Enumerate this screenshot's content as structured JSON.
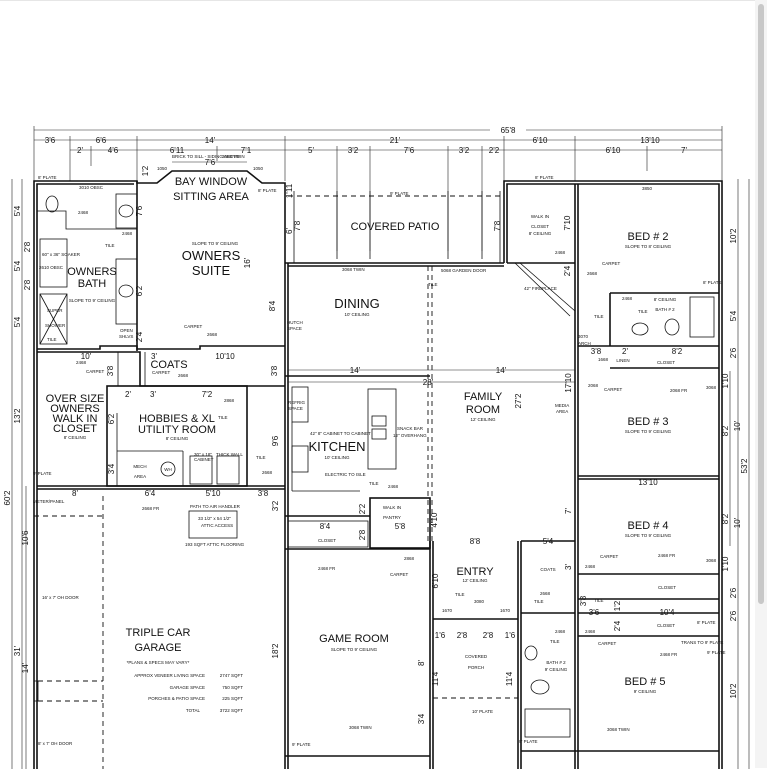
{
  "viewer": {
    "scrollbar": {
      "orientation": "vertical",
      "thumb_position": "top"
    }
  },
  "plan": {
    "overall_dims": {
      "width": "65'8",
      "depth": "60'2",
      "right_depth": "53'2"
    },
    "top_dims": {
      "row1": [
        "65'8"
      ],
      "row2": [
        "3'6",
        "6'6",
        "14'",
        "21'",
        "6'10",
        "13'10"
      ],
      "row3": [
        "2'",
        "4'6",
        "6'11",
        "7'1",
        "5'",
        "3'2",
        "7'6",
        "3'2",
        "2'2",
        "6'10",
        "7'"
      ],
      "bay": [
        "7'6",
        "10'",
        "1'2"
      ]
    },
    "left_dims": [
      "5'4",
      "2'8",
      "5'4",
      "2'8",
      "5'4",
      "13'2",
      "10'6",
      "14'",
      "31'"
    ],
    "right_dims": [
      "10'2",
      "5'4",
      "2'6",
      "1'10",
      "8'2",
      "10'",
      "8'2",
      "10'",
      "1'10",
      "2'6",
      "2'6",
      "10'2"
    ],
    "interior_dims": {
      "owners": [
        "7'6",
        "6'2",
        "2'4",
        "16'",
        "8'4",
        "10'",
        "3'",
        "10'10",
        "3'8",
        "3'8"
      ],
      "utility": [
        "2'",
        "3'",
        "7'2",
        "6'2",
        "3'4",
        "8'",
        "6'4",
        "5'10",
        "3'8"
      ],
      "main": [
        "14'",
        "14'",
        "28'",
        "27'2",
        "9'6",
        "3'2",
        "2'2",
        "2'8",
        "8'4",
        "5'8",
        "4'10",
        "8'8",
        "5'4",
        "17'10",
        "7'",
        "13'10",
        "3'"
      ],
      "patio": [
        "6'",
        "7'8",
        "7'8",
        "1'11"
      ],
      "south": [
        "18'2",
        "6'10",
        "8'",
        "3'4",
        "11'4",
        "11'4",
        "1'6",
        "2'8",
        "2'8",
        "1'6",
        "3'8",
        "3'6",
        "10'4",
        "1'2",
        "2'4",
        "8'2",
        "3'8",
        "2'",
        "7'10",
        "2'4"
      ]
    },
    "rooms": {
      "bay_window": {
        "name_1": "BAY WINDOW",
        "name_2": "SITTING AREA"
      },
      "owners_suite": {
        "name_1": "OWNERS",
        "name_2": "SUITE",
        "note": "SLOPE TO 9' CEILING"
      },
      "owners_bath": {
        "name_1": "OWNERS",
        "name_2": "BATH",
        "note": "SLOPE TO 9' CEILING"
      },
      "over_size_closet": {
        "name_1": "OVER SIZE",
        "name_2": "OWNERS",
        "name_3": "WALK IN",
        "name_4": "CLOSET",
        "note": "8' CEILING"
      },
      "coats_1": {
        "name": "COATS"
      },
      "utility": {
        "name_1": "HOBBIES & XL",
        "name_2": "UTILITY ROOM",
        "note": "8' CEILING"
      },
      "mech": {
        "name_1": "MECH",
        "name_2": "AREA",
        "wh": "WH"
      },
      "covered_patio": {
        "name": "COVERED PATIO"
      },
      "dining": {
        "name": "DINING",
        "note": "10' CEILING"
      },
      "kitchen": {
        "name": "KITCHEN",
        "note": "10' CEILING"
      },
      "family_room": {
        "name_1": "FAMILY",
        "name_2": "ROOM",
        "note": "12' CEILING"
      },
      "walk_in_pantry": {
        "name_1": "WALK IN",
        "name_2": "PANTRY"
      },
      "closet_game": {
        "name": "CLOSET"
      },
      "game_room": {
        "name": "GAME ROOM",
        "note": "SLOPE TO 9' CEILING"
      },
      "entry": {
        "name": "ENTRY",
        "note": "12' CEILING"
      },
      "covered_porch": {
        "name_1": "COVERED",
        "name_2": "PORCH"
      },
      "coats_2": {
        "name": "COATS"
      },
      "walk_in_closet_bed2": {
        "name_1": "WALK IN",
        "name_2": "CLOSET",
        "note": "8' CEILING"
      },
      "bed2": {
        "name": "BED # 2",
        "note": "SLOPE TO 8' CEILING"
      },
      "bath2_upper": {
        "name": "BATH # 2",
        "note": "8' CEILING"
      },
      "closet_bed3": {
        "name": "CLOSET"
      },
      "bed3": {
        "name": "BED # 3",
        "note": "SLOPE TO 9' CEILING"
      },
      "bed4": {
        "name": "BED # 4",
        "note": "SLOPE TO 9' CEILING"
      },
      "closet_bed4": {
        "name": "CLOSET"
      },
      "closet_bed5": {
        "name": "CLOSET"
      },
      "bed5": {
        "name": "BED # 5",
        "note": "9' CEILING"
      },
      "bath2_lower": {
        "name": "BATH # 2",
        "note": "9' CEILING"
      },
      "linen": {
        "name": "LINEN"
      },
      "garage": {
        "name_1": "TRIPLE CAR",
        "name_2": "GARAGE"
      }
    },
    "notes": {
      "plate_8_ol": "8' PLATE",
      "plate_8_bay": "8' PLATE",
      "plate_9_patio": "9' PLATE",
      "plate_8_wic": "8' PLATE",
      "plate_8_bed2": "8' PLATE",
      "plate_8_bed5": "8' PLATE",
      "plate_9_bed5": "9' PLATE",
      "trans_plate": "TRANS TO 9' PLATE",
      "plate_9_closet": "9' PLATE",
      "plate_10_porch": "10' PLATE",
      "plate_9_game": "9' PLATE",
      "plate_9_bath": "9' PLATE",
      "brick_sill": "BRICK TO SILL - SIDING ABOVE",
      "win_3068_twin_bay": "3068 TWIN",
      "win_1050_a": "1050",
      "win_1050_b": "1050",
      "win_3010_obsc": "3010 OBSC",
      "win_2610_obsc": "2610 OBSC",
      "shower": "60\" x 36\" SOAKER",
      "super_shower_1": "SUPER",
      "super_shower_2": "SHOWER",
      "tile_shower": "TILE",
      "door_2468_a": "2468",
      "door_2468_b": "2468",
      "tile_ob": "TILE",
      "open_shlvs_1": "OPEN",
      "open_shlvs_2": "SHLVS",
      "carpet_os": "CARPET",
      "door_2668_os": "2668",
      "door_2468_c": "2468",
      "carpet_closet": "CARPET",
      "carpet_coats": "CARPET",
      "door_2668_coats": "2668",
      "hutch_1": "HUTCH",
      "hutch_2": "SPACE",
      "win_3068_twin_dining": "3068 TWIN",
      "garden_door": "5068 GARDEN DOOR",
      "tile_dining": "TILE",
      "fireplace": "42\" FIREPLACE",
      "refrig_1": "REFRIG",
      "refrig_2": "SPACE",
      "cabinet_note": "42\" 8\" CABINET TO CABINET",
      "snack_1": "SNACK BAR",
      "snack_2": "12\" OVERHANG",
      "electric": "ELECTRIC TO ISLE",
      "tile_kitchen": "TILE",
      "door_2468_pantry": "2468",
      "tile_k2": "TILE",
      "media_1": "MEDIA",
      "media_2": "AREA",
      "cabinet_util_1": "30\" x 18\"",
      "cabinet_util_2": "CABINET",
      "thick_wall": "THICK WALL",
      "door_2868_util": "2868",
      "tile_util": "TILE",
      "door_2668_util2": "2668",
      "plate_9_util": "9' PLATE",
      "meter": "METER/PANEL",
      "door_2668_fr": "2668 FR",
      "path_air": "PATH TO AIR HANDLER",
      "attic_1": "33 1/2\" x 54 1/2\"",
      "attic_2": "ATTIC ACCESS",
      "attic_floor": "193 SQFT ATTIC FLOORING",
      "oh_door_16": "16' x 7' OH DOOR",
      "oh_door_8": "8' x 7' OH DOOR",
      "door_2468_fr_game": "2468 FR",
      "door_2868_game": "2868",
      "carpet_game": "CARPET",
      "win_3068_twin_game": "3068 TWIN",
      "tile_entry": "TILE",
      "door_3080": "3080",
      "win_1670_a": "1670",
      "win_1670_b": "1670",
      "door_2668_coats2": "2668",
      "tile_coats2": "TILE",
      "door_2468_b2": "2468",
      "carpet_b4": "CARPET",
      "tile_hall": "TILE",
      "door_2468_bath": "2468",
      "tile_bath": "TILE",
      "door_2468_bed5": "2468",
      "carpet_bed5": "CARPET",
      "door_2468_fr_b5": "2468 FR",
      "win_3068_twin_bed5": "3068 TWIN",
      "door_2468_fr_b4": "2468 FR",
      "win_3068_b4": "3068",
      "win_3068_b3": "3068",
      "door_2668_fr_b3": "2068 FR",
      "carpet_b3": "CARPET",
      "door_2668_b3": "2068",
      "win_3850": "3850",
      "door_2468_wic": "2468",
      "carpet_b2": "CARPET",
      "door_2668_b2": "2668",
      "door_2468_bath2u": "2468",
      "tile_b2u_a": "TILE",
      "tile_b2u_b": "TILE",
      "arch_1": "3070",
      "arch_2": "ARCH",
      "door_1668_linen": "1668"
    },
    "summary": {
      "disclaimer": "*PLANS & SPECS MAY VARY*",
      "rows": [
        {
          "label": "APPROX VENEER LIVING SPACE",
          "value": "2747 SQFT"
        },
        {
          "label": "GARAGE SPACE",
          "value": "750 SQFT"
        },
        {
          "label": "PORCHES & PATIO SPACE",
          "value": "225 SQFT"
        },
        {
          "label": "TOTAL",
          "value": "3722 SQFT"
        }
      ]
    }
  }
}
